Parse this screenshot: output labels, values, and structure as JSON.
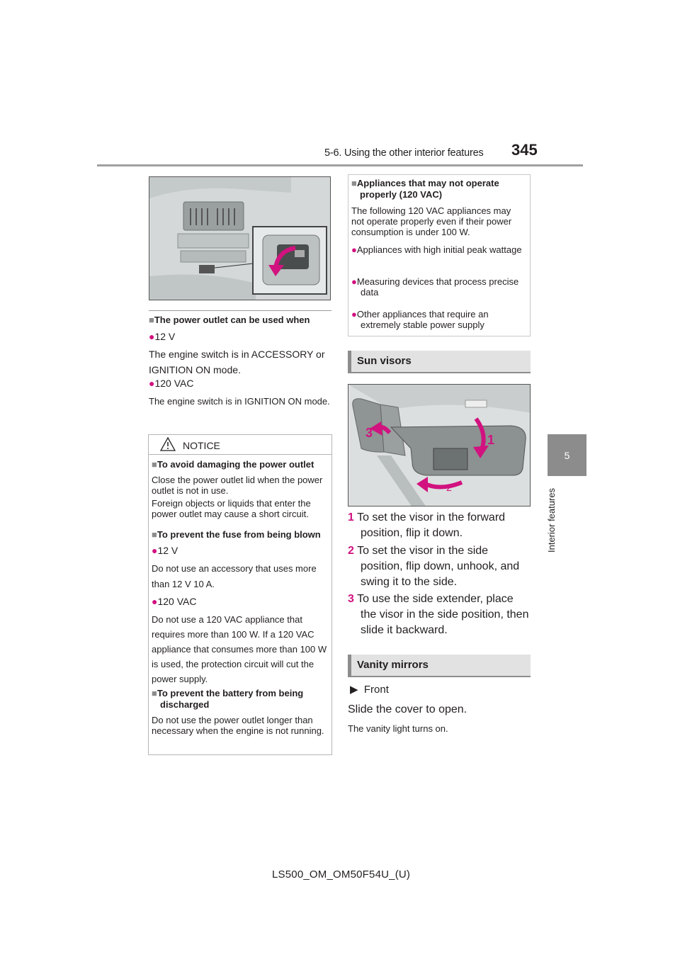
{
  "header": {
    "section": "5-6. Using the other interior features",
    "page_number": "345"
  },
  "side_tab": {
    "number": "5",
    "label": "Interior features"
  },
  "left": {
    "usable_heading": "The power outlet can be used when",
    "usable_items": [
      {
        "label": "12 V",
        "desc": "The engine switch is in ACCESSORY or IGNITION ON mode."
      },
      {
        "label": "120 VAC",
        "desc": "The engine switch is in IGNITION ON mode."
      }
    ]
  },
  "notice": {
    "title": "NOTICE",
    "s1_heading": "To avoid damaging the power outlet",
    "s1_text1": "Close the power outlet lid when the power outlet is not in use.",
    "s1_text2": "Foreign objects or liquids that enter the power outlet may cause a short circuit.",
    "s2_heading": "To prevent the fuse from being blown",
    "s2_items": [
      {
        "label": "12 V",
        "desc": "Do not use an accessory that uses more than 12 V 10 A."
      },
      {
        "label": "120 VAC",
        "desc": "Do not use a 120 VAC appliance that requires more than 100 W. If a 120 VAC appliance that consumes more than 100 W is used, the protection circuit will cut the power supply."
      }
    ],
    "s3_heading": "To prevent the battery from being discharged",
    "s3_text": "Do not use the power outlet longer than necessary when the engine is not running."
  },
  "appliances": {
    "heading": "Appliances that may not operate properly (120 VAC)",
    "intro": "The following 120 VAC appliances may not operate properly even if their power consumption is under 100 W.",
    "items": [
      "Appliances with high initial peak wattage",
      "Measuring devices that process precise data",
      "Other appliances that require an extremely stable power supply"
    ]
  },
  "sun_visors": {
    "heading": "Sun visors",
    "callouts": [
      "1",
      "2",
      "3"
    ],
    "steps": [
      {
        "num": "1",
        "text": "To set the visor in the forward position, flip it down."
      },
      {
        "num": "2",
        "text": "To set the visor in the side position, flip down, unhook, and swing it to the side."
      },
      {
        "num": "3",
        "text": "To use the side extender, place the visor in the side position, then slide it backward."
      }
    ]
  },
  "vanity": {
    "heading": "Vanity mirrors",
    "sub": "Front",
    "text": "Slide the cover to open.",
    "note": "The vanity light turns on."
  },
  "footer": "LS500_OM_OM50F54U_(U)",
  "colors": {
    "accent": "#d1127f",
    "tab_gray": "#8c8c8c",
    "head_bg": "#e2e2e2"
  }
}
